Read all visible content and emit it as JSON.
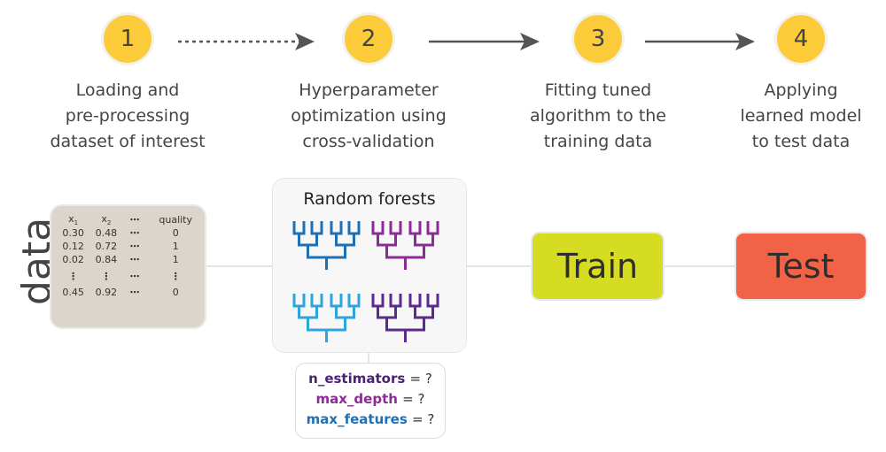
{
  "steps": [
    {
      "number": "1",
      "lines": [
        "Loading and",
        "pre-processing",
        "dataset of interest"
      ]
    },
    {
      "number": "2",
      "lines": [
        "Hyperparameter",
        "optimization using",
        "cross-validation"
      ]
    },
    {
      "number": "3",
      "lines": [
        "Fitting tuned",
        "algorithm to the",
        "training data"
      ]
    },
    {
      "number": "4",
      "lines": [
        "Applying",
        "learned model",
        "to test data"
      ]
    }
  ],
  "arrows": [
    {
      "from": "1",
      "to": "2",
      "style": "dotted"
    },
    {
      "from": "2",
      "to": "3",
      "style": "solid"
    },
    {
      "from": "3",
      "to": "4",
      "style": "solid"
    }
  ],
  "data_panel": {
    "label": "data",
    "headers": [
      "x1",
      "x2",
      "⋯",
      "quality"
    ],
    "rows": [
      [
        "0.30",
        "0.48",
        "⋯",
        "0"
      ],
      [
        "0.12",
        "0.72",
        "⋯",
        "1"
      ],
      [
        "0.02",
        "0.84",
        "⋯",
        "1"
      ],
      [
        "⋮",
        "⋮",
        "⋯",
        "⋮"
      ],
      [
        "0.45",
        "0.92",
        "⋯",
        "0"
      ]
    ]
  },
  "random_forest": {
    "title": "Random forests",
    "tree_colors": [
      "#1f6fb4",
      "#8c2a96",
      "#2da4dc",
      "#5b2a8f"
    ]
  },
  "params": [
    {
      "name": "n_estimators",
      "value": "= ?",
      "color": "#4a2378"
    },
    {
      "name": "max_depth",
      "value": "= ?",
      "color": "#8c2a96"
    },
    {
      "name": "max_features",
      "value": "= ?",
      "color": "#1f6fb4"
    }
  ],
  "train": {
    "label": "Train",
    "color": "#d6dc22"
  },
  "test": {
    "label": "Test",
    "color": "#f26246"
  },
  "colors": {
    "step_circle": "#fccb3a",
    "arrow": "#555555",
    "data_bg": "#dcd5cc"
  }
}
